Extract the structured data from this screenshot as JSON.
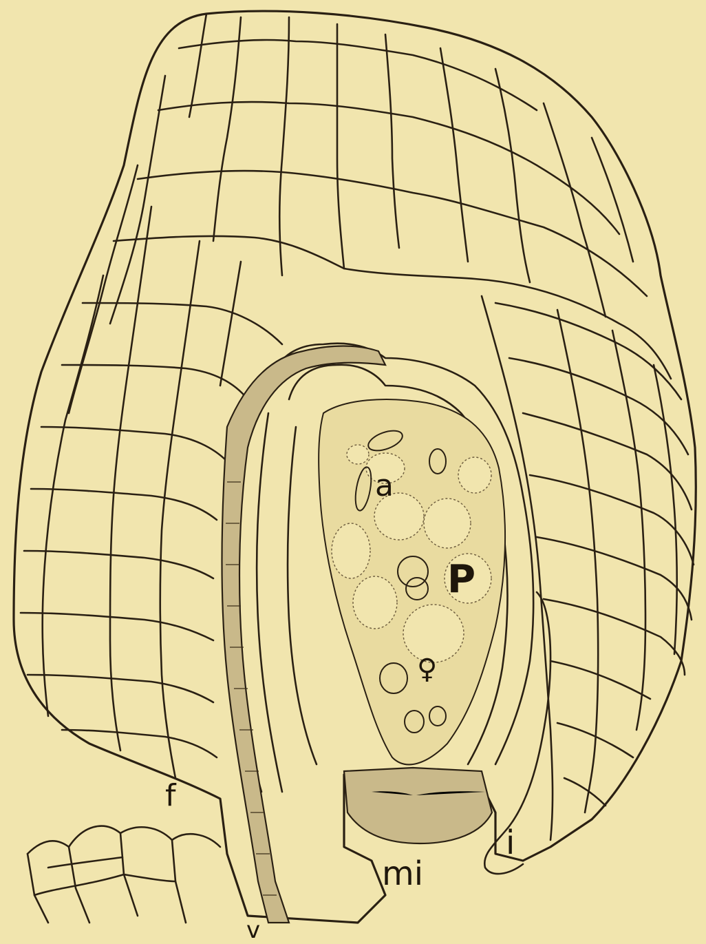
{
  "figure": {
    "labels": {
      "a": "a",
      "p": "P",
      "female": "♀",
      "f": "f",
      "mi": "mi",
      "i": "i",
      "v": "v"
    },
    "colors": {
      "paper": "#f1e5ae",
      "ink": "#2a2013",
      "stipple": "#6b5a3c"
    }
  }
}
